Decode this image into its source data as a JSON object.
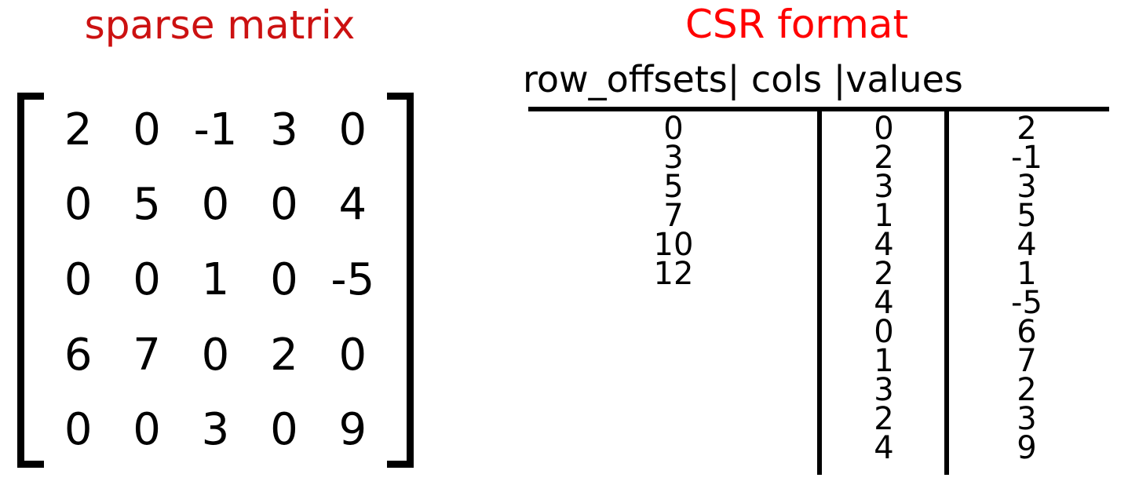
{
  "sparse_matrix": {
    "title": "sparse matrix",
    "title_color": "#cc1111",
    "bracket_left": "[",
    "bracket_right": "]",
    "rows": [
      [
        "2",
        "0",
        "-1",
        "3",
        "0"
      ],
      [
        "0",
        "5",
        "0",
        "0",
        "4"
      ],
      [
        "0",
        "0",
        "1",
        "0",
        "-5"
      ],
      [
        "6",
        "7",
        "0",
        "2",
        "0"
      ],
      [
        "0",
        "0",
        "3",
        "0",
        "9"
      ]
    ]
  },
  "csr": {
    "title": "CSR  format",
    "title_color": "#ff0000",
    "header_text": "row_offsets| cols |values",
    "headers": {
      "row_offsets": "row_offsets",
      "separator_1": "|",
      "cols": "cols",
      "separator_2": "|",
      "values": "values"
    },
    "row_offsets": [
      "0",
      "3",
      "5",
      "7",
      "10",
      "12"
    ],
    "cols": [
      "0",
      "2",
      "3",
      "1",
      "4",
      "2",
      "4",
      "0",
      "1",
      "3",
      "2",
      "4"
    ],
    "values": [
      "2",
      "-1",
      "3",
      "5",
      "4",
      "1",
      "-5",
      "6",
      "7",
      "2",
      "3",
      "9"
    ]
  },
  "chart_data": {
    "type": "table",
    "title": "CSR format",
    "columns": [
      "row_offsets",
      "cols",
      "values"
    ],
    "row_offsets": [
      0,
      3,
      5,
      7,
      10,
      12
    ],
    "cols": [
      0,
      2,
      3,
      1,
      4,
      2,
      4,
      0,
      1,
      3,
      2,
      4
    ],
    "values": [
      2,
      -1,
      3,
      5,
      4,
      1,
      -5,
      6,
      7,
      2,
      3,
      9
    ],
    "source_matrix": {
      "title": "sparse matrix",
      "shape": [
        5,
        5
      ],
      "data": [
        [
          2,
          0,
          -1,
          3,
          0
        ],
        [
          0,
          5,
          0,
          0,
          4
        ],
        [
          0,
          0,
          1,
          0,
          -5
        ],
        [
          6,
          7,
          0,
          2,
          0
        ],
        [
          0,
          0,
          3,
          0,
          9
        ]
      ]
    }
  }
}
